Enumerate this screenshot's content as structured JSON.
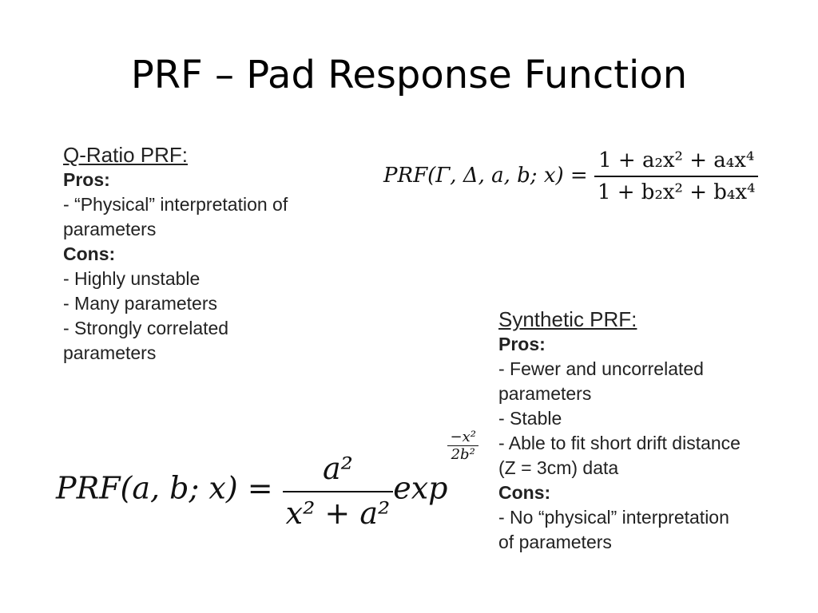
{
  "title": "PRF – Pad Response Function",
  "qratio": {
    "heading": "Q-Ratio PRF:",
    "pros_label": "Pros:",
    "pros": [
      "- “Physical” interpretation of",
      "parameters"
    ],
    "cons_label": "Cons:",
    "cons": [
      "- Highly unstable",
      "- Many parameters",
      "- Strongly correlated",
      "parameters"
    ]
  },
  "synthetic": {
    "heading": "Synthetic PRF:",
    "pros_label": "Pros:",
    "pros": [
      "- Fewer and uncorrelated",
      "parameters",
      "- Stable",
      "- Able to fit short drift distance",
      "(Z = 3cm) data"
    ],
    "cons_label": "Cons:",
    "cons": [
      "- No “physical” interpretation",
      "of parameters"
    ]
  },
  "formula_q": {
    "lhs": "PRF(Γ, Δ, a, b; x) =",
    "num": "1 + a₂x² + a₄x⁴",
    "den": "1 + b₂x² + b₄x⁴"
  },
  "formula_s": {
    "lhs": "PRF(a, b; x) =",
    "num": "a²",
    "den": "x² + a²",
    "exp_word": "exp",
    "exp_num": "−x²",
    "exp_den": "2b²"
  }
}
